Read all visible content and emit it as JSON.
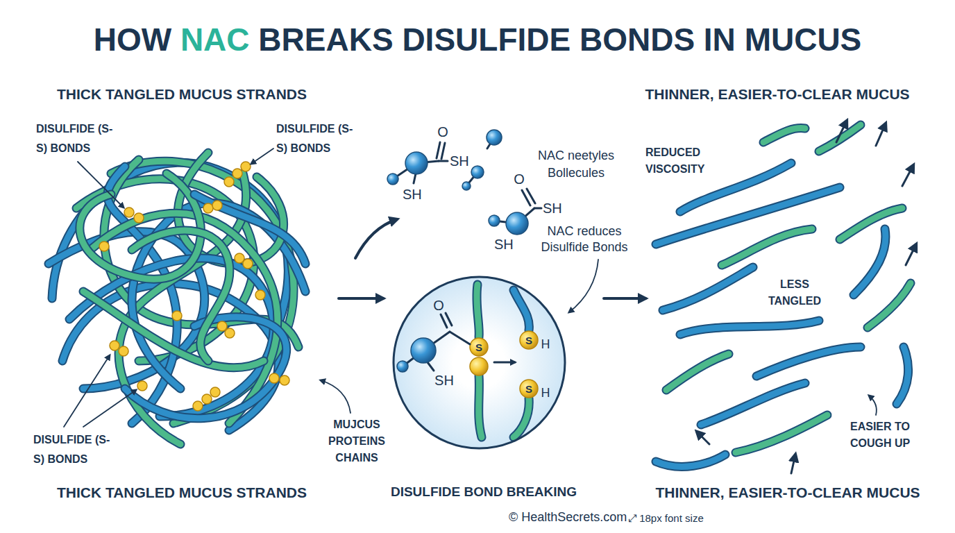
{
  "diagram": {
    "title": "HOW NAC BREAKS DISULFIDE BONDS IN MUCUS",
    "nodes": [
      {
        "text": [
          "O",
          "S",
          "SH",
          "S",
          "H",
          "S",
          "H"
        ]
      }
    ],
    "labels": [
      "THICK TANGLED MUCUS STRANDS",
      "DISULFIDE (S-S) BONDS",
      "DISULFIDE (S-S) BONDS",
      "O",
      "SH",
      "SH",
      "NAC neetyles Bollecules",
      "O",
      "SH",
      "SH",
      "NAC reduces Disulfide Bonds",
      "THINNER, EASIER-TO-CLEAR MUCUS",
      "REDUCED VISCOSITY",
      "LESS TANGLED",
      "DISULFIDE (S-S) BONDS",
      "MUJCUS PROTEINS CHAINS",
      "EASIER TO COUGH UP",
      "THICK TANGLED MUCUS STRANDS",
      "DISULFIDE BOND BREAKING",
      "THINNER, EASIER-TO-CLEAR MUCUS",
      "© HealthSecrets.com",
      "⤢ 18px font size"
    ]
  }
}
